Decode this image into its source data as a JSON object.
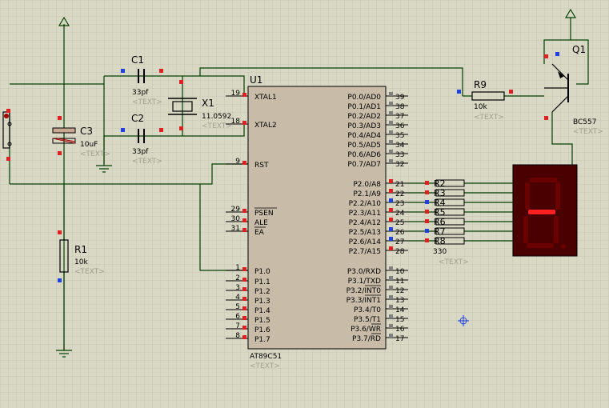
{
  "background": "#d8d8c4",
  "colors": {
    "wire": "#003300",
    "component": "#000000",
    "component_body_ic": "#c8bca8",
    "pin_red": "#e02020",
    "pin_blue": "#2040e0",
    "text_label": "#000000",
    "text_placeholder": "#a0a090",
    "pin_number": "#000000",
    "segment_bg": "#4a0000",
    "segment_off": "#6a0000",
    "segment_on": "#ff2020",
    "component_fill": "#c82020"
  },
  "ic": {
    "ref": "U1",
    "part": "AT89C51",
    "text_tag": "<TEXT>",
    "left_pins": [
      {
        "num": "19",
        "name": "XTAL1"
      },
      {
        "num": "18",
        "name": "XTAL2"
      },
      {
        "num": "9",
        "name": "RST"
      },
      {
        "num": "29",
        "name": "PSEN"
      },
      {
        "num": "30",
        "name": "ALE"
      },
      {
        "num": "31",
        "name": "EA"
      },
      {
        "num": "1",
        "name": "P1.0"
      },
      {
        "num": "2",
        "name": "P1.1"
      },
      {
        "num": "3",
        "name": "P1.2"
      },
      {
        "num": "4",
        "name": "P1.3"
      },
      {
        "num": "5",
        "name": "P1.4"
      },
      {
        "num": "6",
        "name": "P1.5"
      },
      {
        "num": "7",
        "name": "P1.6"
      },
      {
        "num": "8",
        "name": "P1.7"
      }
    ],
    "right_pins": [
      {
        "num": "39",
        "name": "P0.0/AD0"
      },
      {
        "num": "38",
        "name": "P0.1/AD1"
      },
      {
        "num": "37",
        "name": "P0.2/AD2"
      },
      {
        "num": "36",
        "name": "P0.3/AD3"
      },
      {
        "num": "35",
        "name": "P0.4/AD4"
      },
      {
        "num": "34",
        "name": "P0.5/AD5"
      },
      {
        "num": "33",
        "name": "P0.6/AD6"
      },
      {
        "num": "32",
        "name": "P0.7/AD7"
      },
      {
        "num": "21",
        "name": "P2.0/A8"
      },
      {
        "num": "22",
        "name": "P2.1/A9"
      },
      {
        "num": "23",
        "name": "P2.2/A10"
      },
      {
        "num": "24",
        "name": "P2.3/A11"
      },
      {
        "num": "25",
        "name": "P2.4/A12"
      },
      {
        "num": "26",
        "name": "P2.5/A13"
      },
      {
        "num": "27",
        "name": "P2.6/A14"
      },
      {
        "num": "28",
        "name": "P2.7/A15"
      },
      {
        "num": "10",
        "name": "P3.0/RXD"
      },
      {
        "num": "11",
        "name": "P3.1/TXD"
      },
      {
        "num": "12",
        "name": "P3.2/INT0"
      },
      {
        "num": "13",
        "name": "P3.3/INT1"
      },
      {
        "num": "14",
        "name": "P3.4/T0"
      },
      {
        "num": "15",
        "name": "P3.5/T1"
      },
      {
        "num": "16",
        "name": "P3.6/WR"
      },
      {
        "num": "17",
        "name": "P3.7/RD"
      }
    ]
  },
  "components": {
    "c1": {
      "ref": "C1",
      "value": "33pf",
      "text": "<TEXT>"
    },
    "c2": {
      "ref": "C2",
      "value": "33pf",
      "text": "<TEXT>"
    },
    "c3": {
      "ref": "C3",
      "value": "10uF",
      "text": "<TEXT>"
    },
    "x1": {
      "ref": "X1",
      "value": "11.0592",
      "text": "<TEXT>"
    },
    "r1": {
      "ref": "R1",
      "value": "10k",
      "text": "<TEXT>"
    },
    "r9": {
      "ref": "R9",
      "value": "10k",
      "text": "<TEXT>"
    },
    "q1": {
      "ref": "Q1",
      "value": "BC557",
      "text": "<TEXT>"
    },
    "rpack": {
      "labels": [
        "R2",
        "R3",
        "R4",
        "R5",
        "R6",
        "R7",
        "R8"
      ],
      "value": "330",
      "text": "<TEXT>"
    }
  },
  "display": {
    "lit_segments": [
      "g"
    ]
  }
}
